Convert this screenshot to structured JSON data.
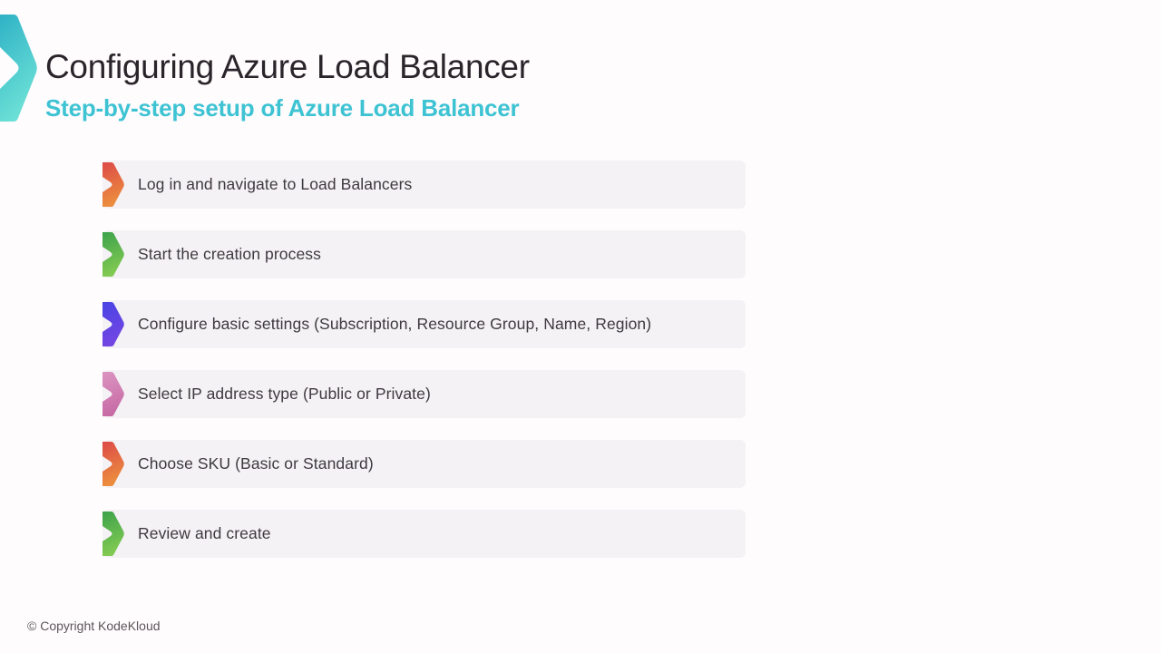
{
  "slide": {
    "title": "Configuring Azure Load Balancer",
    "subtitle": "Step-by-step setup of Azure Load Balancer",
    "footer": "© Copyright KodeKloud"
  },
  "logo": {
    "color_top": "#2fb2c6",
    "color_bottom": "#6ce0d6"
  },
  "steps": {
    "items": [
      {
        "label": "Log in and navigate to Load Balancers",
        "color_top": "#dd4a47",
        "color_bottom": "#ec8e3e"
      },
      {
        "label": "Start the creation process",
        "color_top": "#3da24b",
        "color_bottom": "#82ca52"
      },
      {
        "label": "Configure basic settings (Subscription, Resource Group, Name, Region)",
        "color_top": "#4a43e4",
        "color_bottom": "#7346e3"
      },
      {
        "label": "Select IP address type (Public or Private)",
        "color_top": "#dc95c2",
        "color_bottom": "#c76ba5"
      },
      {
        "label": "Choose SKU (Basic or Standard)",
        "color_top": "#dd4a47",
        "color_bottom": "#ec8e3e"
      },
      {
        "label": "Review and create",
        "color_top": "#3da24b",
        "color_bottom": "#82ca52"
      }
    ]
  },
  "colors": {
    "background": "#fffcfe",
    "row_background": "#f4f2f5",
    "title_text": "#29252a",
    "subtitle_text": "#3ec3d3",
    "step_text": "#3e3a3f",
    "footer_text": "#5a565a"
  }
}
